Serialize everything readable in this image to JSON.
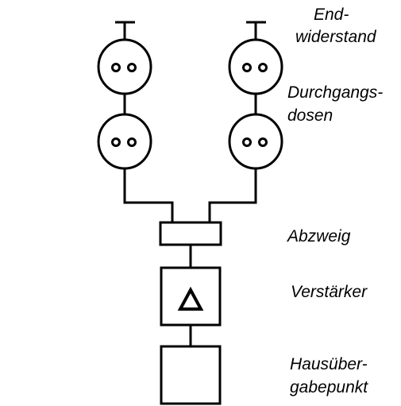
{
  "labels": {
    "endwiderstand_1": "End-",
    "endwiderstand_2": "widerstand",
    "durchgangsdosen_1": "Durchgangs-",
    "durchgangsdosen_2": "dosen",
    "abzweig": "Abzweig",
    "verstaerker": "Verstärker",
    "verstaerker_symbol": "Δ",
    "hausuebergabe_1": "Hausüber-",
    "hausuebergabe_2": "gabepunkt"
  },
  "colors": {
    "line": "#000000",
    "background": "#ffffff"
  },
  "icons": [
    "termination-resistor-icon",
    "through-socket-icon",
    "splitter-box",
    "amplifier-box",
    "house-transfer-box"
  ]
}
